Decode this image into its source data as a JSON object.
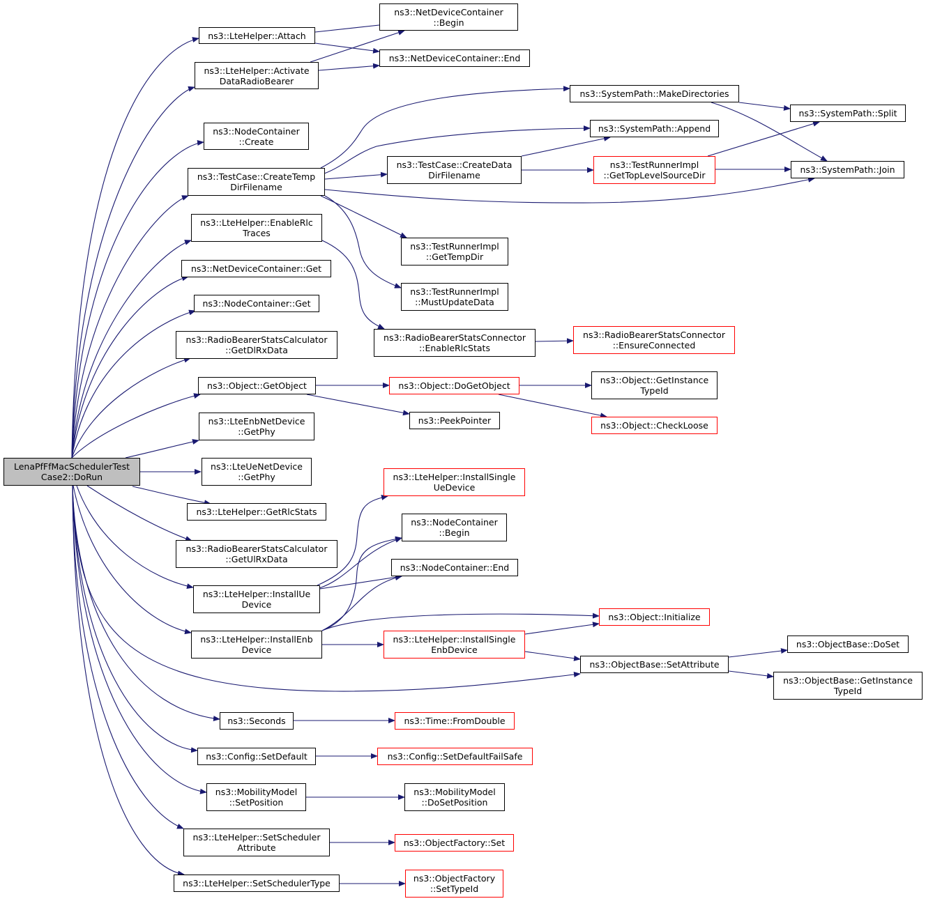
{
  "root": {
    "label": "LenaPfFfMacSchedulerTest\nCase2::DoRun"
  },
  "nodes": {
    "attach": "ns3::LteHelper::Attach",
    "ndc_begin": "ns3::NetDeviceContainer\n::Begin",
    "ndc_end": "ns3::NetDeviceContainer::End",
    "activate": "ns3::LteHelper::Activate\nDataRadioBearer",
    "nc_create": "ns3::NodeContainer\n::Create",
    "mkdirs": "ns3::SystemPath::MakeDirectories",
    "split": "ns3::SystemPath::Split",
    "append": "ns3::SystemPath::Append",
    "tmpdir_fn": "ns3::TestCase::CreateTemp\nDirFilename",
    "datadir_fn": "ns3::TestCase::CreateData\nDirFilename",
    "toplevel": "ns3::TestRunnerImpl\n::GetTopLevelSourceDir",
    "join": "ns3::SystemPath::Join",
    "enable_rlc": "ns3::LteHelper::EnableRlc\nTraces",
    "get_tempdir": "ns3::TestRunnerImpl\n::GetTempDir",
    "ndc_get": "ns3::NetDeviceContainer::Get",
    "must_update": "ns3::TestRunnerImpl\n::MustUpdateData",
    "nc_get": "ns3::NodeContainer::Get",
    "get_dl": "ns3::RadioBearerStatsCalculator\n::GetDlRxData",
    "enable_rlc_stats": "ns3::RadioBearerStatsConnector\n::EnableRlcStats",
    "ensure": "ns3::RadioBearerStatsConnector\n::EnsureConnected",
    "getobject": "ns3::Object::GetObject",
    "dogetobject": "ns3::Object::DoGetObject",
    "instance_typeid": "ns3::Object::GetInstance\nTypeId",
    "peek": "ns3::PeekPointer",
    "checkloose": "ns3::Object::CheckLoose",
    "enb_getphy": "ns3::LteEnbNetDevice\n::GetPhy",
    "ue_getphy": "ns3::LteUeNetDevice\n::GetPhy",
    "install_single_ue": "ns3::LteHelper::InstallSingle\nUeDevice",
    "nc_begin": "ns3::NodeContainer\n::Begin",
    "rlc_stats": "ns3::LteHelper::GetRlcStats",
    "get_ul": "ns3::RadioBearerStatsCalculator\n::GetUlRxData",
    "nc_end": "ns3::NodeContainer::End",
    "install_ue": "ns3::LteHelper::InstallUe\nDevice",
    "initialize": "ns3::Object::Initialize",
    "install_enb": "ns3::LteHelper::InstallEnb\nDevice",
    "install_single_enb": "ns3::LteHelper::InstallSingle\nEnbDevice",
    "doset": "ns3::ObjectBase::DoSet",
    "setattr": "ns3::ObjectBase::SetAttribute",
    "base_instance_typeid": "ns3::ObjectBase::GetInstance\nTypeId",
    "seconds": "ns3::Seconds",
    "fromdouble": "ns3::Time::FromDouble",
    "setdefault": "ns3::Config::SetDefault",
    "setdefault_fs": "ns3::Config::SetDefaultFailSafe",
    "mm_setpos": "ns3::MobilityModel\n::SetPosition",
    "mm_dosetpos": "ns3::MobilityModel\n::DoSetPosition",
    "sched_attr": "ns3::LteHelper::SetScheduler\nAttribute",
    "of_set": "ns3::ObjectFactory::Set",
    "sched_type": "ns3::LteHelper::SetSchedulerType",
    "of_settypeid": "ns3::ObjectFactory\n::SetTypeId"
  },
  "colors": {
    "edge": "#191970",
    "border": "#000000",
    "border_incomplete": "#ff0000",
    "root_fill": "#bfbfbf"
  }
}
